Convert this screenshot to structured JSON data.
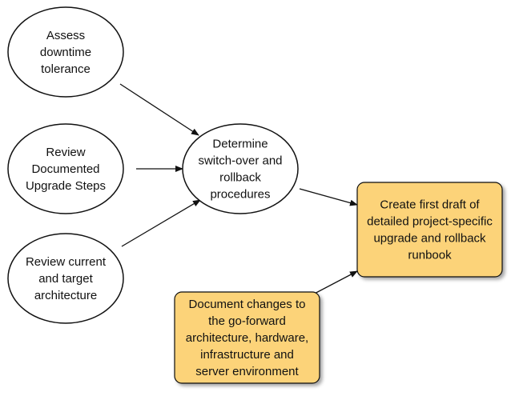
{
  "colors": {
    "ellipse_fill": "#ffffff",
    "box_fill": "#fcd379",
    "stroke": "#111111",
    "arrow": "#111111"
  },
  "nodes": [
    {
      "id": "assess-downtime",
      "shape": "ellipse",
      "lines": [
        "Assess",
        "downtime",
        "tolerance"
      ]
    },
    {
      "id": "review-documented",
      "shape": "ellipse",
      "lines": [
        "Review",
        "Documented",
        "Upgrade Steps"
      ]
    },
    {
      "id": "review-architecture",
      "shape": "ellipse",
      "lines": [
        "Review current",
        "and target",
        "architecture"
      ]
    },
    {
      "id": "determine-switchover",
      "shape": "ellipse",
      "lines": [
        "Determine",
        "switch-over and",
        "rollback",
        "procedures"
      ]
    },
    {
      "id": "create-draft",
      "shape": "box",
      "lines": [
        "Create first draft of",
        "detailed project-specific",
        "upgrade and rollback",
        "runbook"
      ]
    },
    {
      "id": "document-changes",
      "shape": "box",
      "lines": [
        "Document changes to",
        "the go-forward",
        "architecture, hardware,",
        "infrastructure and",
        "server environment"
      ]
    }
  ],
  "edges": [
    {
      "from": "assess-downtime",
      "to": "determine-switchover"
    },
    {
      "from": "review-documented",
      "to": "determine-switchover"
    },
    {
      "from": "review-architecture",
      "to": "determine-switchover"
    },
    {
      "from": "determine-switchover",
      "to": "create-draft"
    },
    {
      "from": "document-changes",
      "to": "create-draft"
    }
  ]
}
